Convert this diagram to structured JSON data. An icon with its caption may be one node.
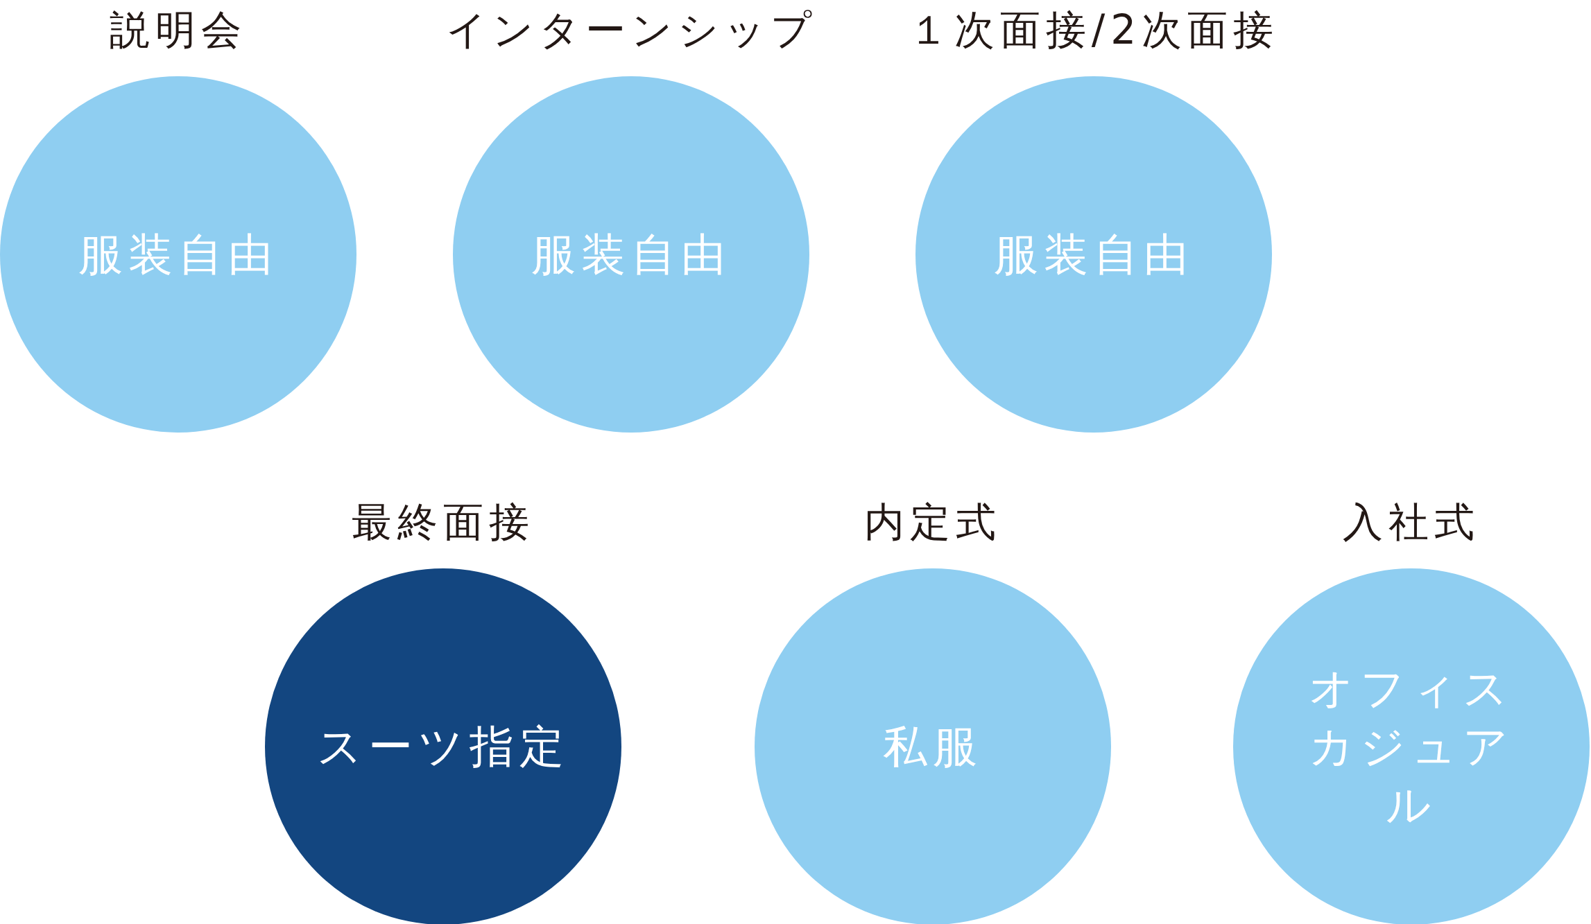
{
  "diagram": {
    "nodes": [
      {
        "text": [
          "説明会",
          "服装自由"
        ]
      },
      {
        "text": [
          "インターンシップ",
          "服装自由"
        ]
      },
      {
        "text": [
          "１次面接/2次面接",
          "服装自由"
        ]
      },
      {
        "text": [
          "最終面接",
          "スーツ指定"
        ]
      },
      {
        "text": [
          "内定式",
          "私服"
        ]
      },
      {
        "text": [
          "入社式",
          "オフィスカジュアル"
        ]
      }
    ]
  }
}
